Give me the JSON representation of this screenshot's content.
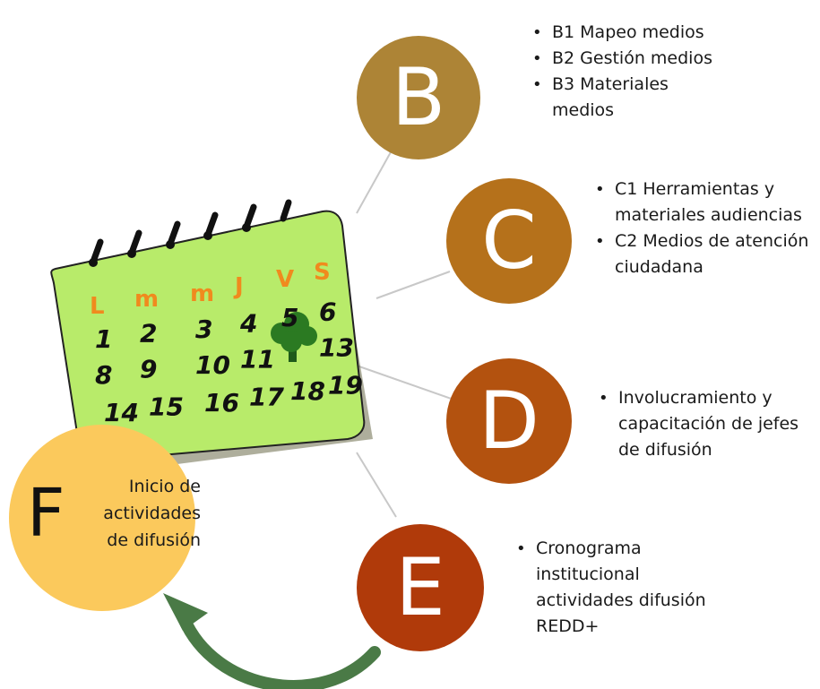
{
  "colors": {
    "B": "#ad8436",
    "C": "#b5711b",
    "D": "#b3520f",
    "E": "#b03a0a",
    "F": "#fbc95c",
    "calendar": "#b8eb6a",
    "arrow": "#4a7a46"
  },
  "calendar": {
    "days": [
      "L",
      "m",
      "m",
      "J",
      "V",
      "S"
    ],
    "rows": [
      [
        "1",
        "2",
        "3",
        "4",
        "5",
        "6"
      ],
      [
        "8",
        "9",
        "10",
        "11",
        "",
        "13"
      ],
      [
        "14",
        "15",
        "16",
        "17",
        "18",
        "19"
      ]
    ],
    "tree_icon": "tree-icon"
  },
  "nodes": [
    {
      "letter": "B",
      "items": [
        "B1 Mapeo medios",
        "B2 Gestión medios",
        "B3 Materiales medios"
      ]
    },
    {
      "letter": "C",
      "items": [
        "C1 Herramientas y materiales audiencias",
        "C2 Medios de atención ciudadana"
      ]
    },
    {
      "letter": "D",
      "items": [
        "Involucramiento y capacitación de jefes de difusión"
      ]
    },
    {
      "letter": "E",
      "items": [
        "Cronograma institucional actividades difusión REDD+"
      ]
    }
  ],
  "final": {
    "letter": "F",
    "lines": [
      "Inicio de",
      "actividades",
      "de difusión"
    ]
  }
}
